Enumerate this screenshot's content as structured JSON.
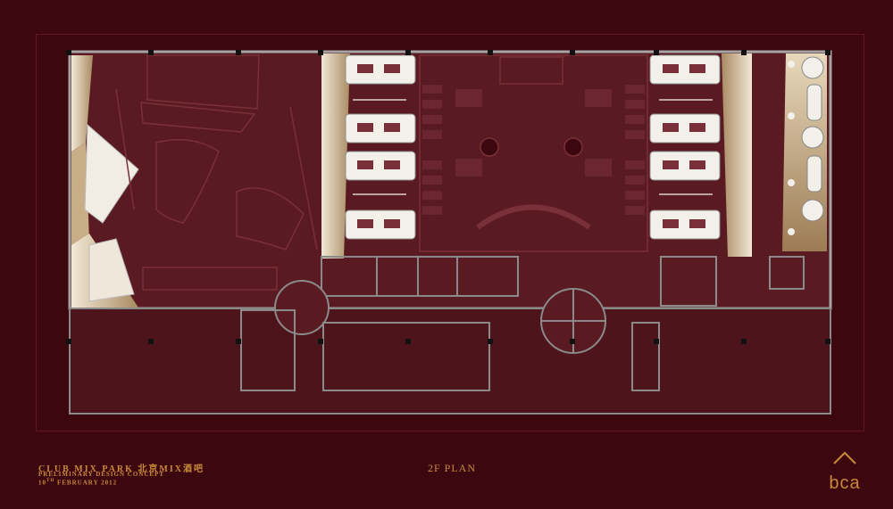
{
  "footer": {
    "project_name": "CLUB MIX PARK 北京MIX酒吧",
    "concept": "PRELIMINARY DESIGN CONCEPT",
    "date_day": "10",
    "date_suffix": "TH",
    "date_rest": "FEBRUARY 2012"
  },
  "plan": {
    "label": "2F PLAN"
  },
  "logo": {
    "text": "bca"
  },
  "colors": {
    "background": "#3d0710",
    "floor": "#5a1a22",
    "wall": "#9a9a9a",
    "lit_area": "#d9c3a0",
    "accent_gold": "#c88a3a"
  }
}
